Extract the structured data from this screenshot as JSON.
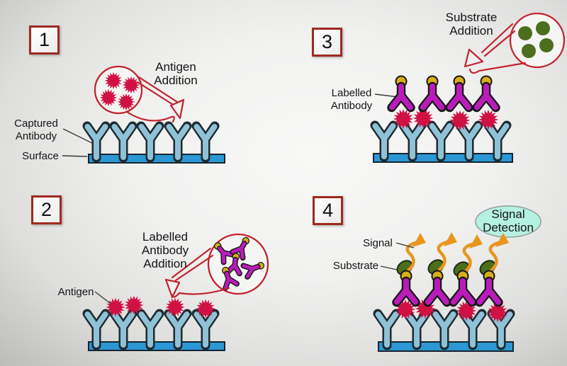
{
  "colors": {
    "surface": "#2b98d5",
    "captured_antibody": "#8fc2d6",
    "antigen": "#d11044",
    "labelled_antibody": "#ba1cba",
    "label_dot": "#d8ae1c",
    "substrate": "#4c6e1d",
    "signal": "#e8961e",
    "detection_fill": "#b5f1e1",
    "arrow_red": "#c1232e",
    "box_border": "#9e2a20",
    "outline": "#1e2a32",
    "text": "#141414"
  },
  "icons": {
    "antigen": "crimson starburst",
    "captured_antibody": "light-blue Y shape",
    "labelled_antibody": "magenta inverted Y with yellow label dot",
    "substrate": "dark-green circle",
    "signal": "orange wavy up-arrow",
    "magnifier": "red callout circle",
    "addition_arrow": "red outline arrow"
  },
  "steps": [
    {
      "number": "1",
      "label_addition": "Antigen\nAddition",
      "label_captured_antibody": "Captured\nAntibody",
      "label_surface": "Surface"
    },
    {
      "number": "2",
      "label_addition": "Labelled\nAntibody\nAddition",
      "label_antigen": "Antigen"
    },
    {
      "number": "3",
      "label_addition": "Substrate\nAddition",
      "label_labelled_antibody": "Labelled\nAntibody"
    },
    {
      "number": "4",
      "label_signal": "Signal",
      "label_substrate": "Substrate",
      "label_signal_detection": "Signal\nDetection"
    }
  ]
}
